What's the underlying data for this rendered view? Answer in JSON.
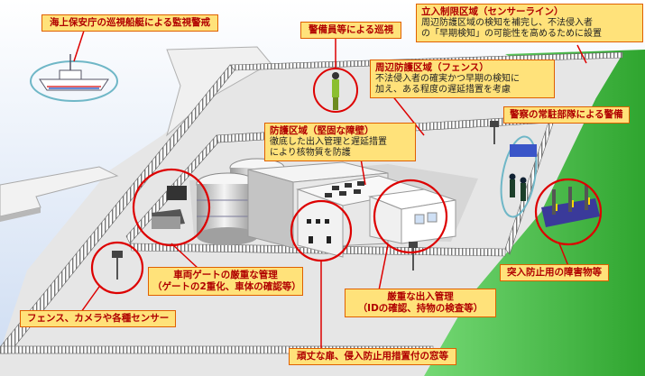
{
  "labels": {
    "coast_guard": "海上保安庁の巡視船艇による監視警戒",
    "guards_patrol": "警備員等による巡視",
    "restricted_area_title": "立入制限区域（センサーライン）",
    "restricted_area_desc_1": "周辺防護区域の検知を補完し、不法侵入者",
    "restricted_area_desc_2": "の「早期検知」の可能性を高めるために設置",
    "peripheral_area_title": "周辺防護区域（フェンス）",
    "peripheral_area_desc_1": "不法侵入者の確実かつ早期の検知に",
    "peripheral_area_desc_2": "加え、ある程度の遅延措置を考慮",
    "protected_area_title": "防護区域（堅固な障壁）",
    "protected_area_desc_1": "徹底した出入管理と遅延措置",
    "protected_area_desc_2": "により核物質を防護",
    "police_unit": "警察の常駐部隊による警備",
    "vehicle_gate_1": "車両ゲートの厳重な管理",
    "vehicle_gate_2": "（ゲートの2重化、車体の確認等）",
    "fence_camera": "フェンス、カメラや各種センサー",
    "strict_access_1": "厳重な出入管理",
    "strict_access_2": "（IDの確認、持物の検査等）",
    "anti_ramming": "突入防止用の障害物等",
    "sturdy_doors": "頑丈な扉、侵入防止用措置付の窓等"
  },
  "colors": {
    "sea": "#dbe6f6",
    "ground": "#e4e4e4",
    "grass": "#4cc24c",
    "label_fill": "#ffe27a",
    "label_border": "#e06000",
    "label_text": "#b00000",
    "callout_red": "#dd0000",
    "desc_text": "#ffffff"
  }
}
